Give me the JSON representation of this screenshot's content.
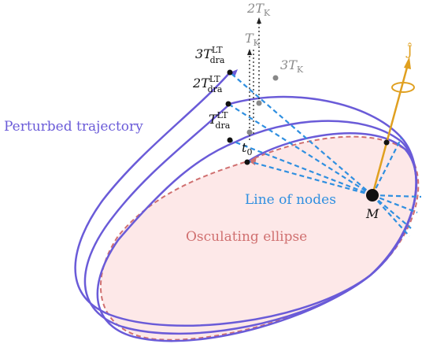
{
  "labels": {
    "perturbed": "Perturbed trajectory",
    "osculating": "Osculating ellipse",
    "line_of_nodes": "Line of nodes",
    "mass": "M",
    "j_hat": "Ĵ",
    "t0": "t",
    "t0_sub": "0",
    "tk_sym": "T",
    "tk_sub": "K",
    "tk_2_coef": "2",
    "tk_3_coef": "3",
    "tdra_sym": "T",
    "tdra_sup": "LT",
    "tdra_sub": "dra",
    "tdra_2_coef": "2",
    "tdra_3_coef": "3"
  },
  "colors": {
    "trajectory": "#6a5bd8",
    "ellipse_stroke": "#d07070",
    "ellipse_fill": "#fde8e8",
    "nodes": "#2f8fe0",
    "spin_axis": "#e0a020",
    "gray_dots": "#888888"
  }
}
